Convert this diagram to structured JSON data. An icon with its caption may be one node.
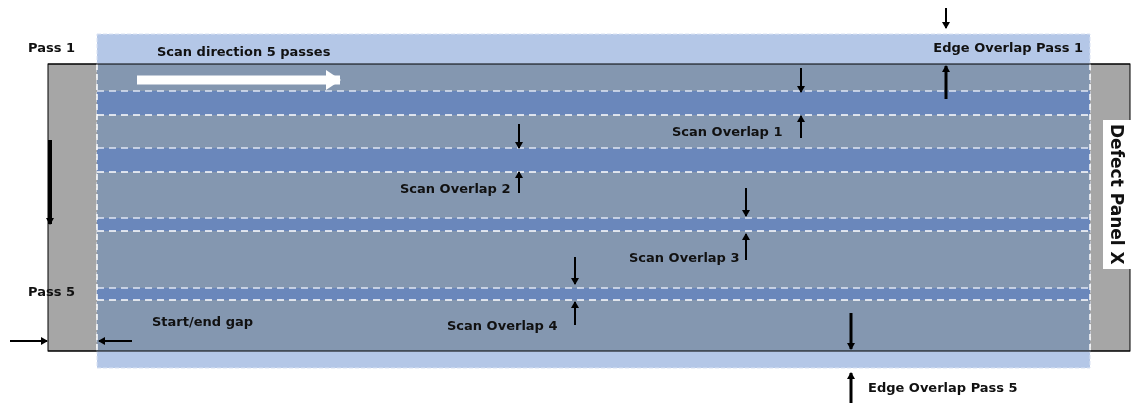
{
  "diagram": {
    "labels": [
      "Pass 1",
      "Scan direction 5 passes",
      "Edge Overlap Pass 1",
      "Scan Overlap 1",
      "Scan Overlap 2",
      "Defect Panel X",
      "Scan Overlap 3",
      "Pass 5",
      "Start/end gap",
      "Scan Overlap 4",
      "Edge Overlap Pass 5"
    ]
  }
}
